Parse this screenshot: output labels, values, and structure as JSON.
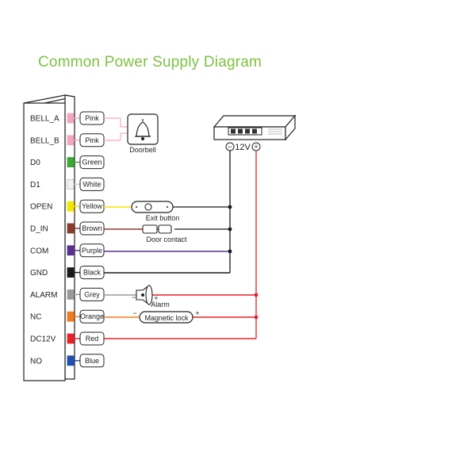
{
  "title": "Common Power Supply Diagram",
  "pins": [
    {
      "name": "BELL_A",
      "wire": "Pink",
      "color": "#f4a6c0"
    },
    {
      "name": "BELL_B",
      "wire": "Pink",
      "color": "#f4a6c0"
    },
    {
      "name": "D0",
      "wire": "Green",
      "color": "#3aa935"
    },
    {
      "name": "D1",
      "wire": "White",
      "color": "#f2f2f2"
    },
    {
      "name": "OPEN",
      "wire": "Yellow",
      "color": "#f5e600"
    },
    {
      "name": "D_IN",
      "wire": "Brown",
      "color": "#8b3a2b"
    },
    {
      "name": "COM",
      "wire": "Purple",
      "color": "#5b2f91"
    },
    {
      "name": "GND",
      "wire": "Black",
      "color": "#1a1a1a"
    },
    {
      "name": "ALARM",
      "wire": "Grey",
      "color": "#9a9a9a"
    },
    {
      "name": "NC",
      "wire": "Orange",
      "color": "#f47a20"
    },
    {
      "name": "DC12V",
      "wire": "Red",
      "color": "#e8202a"
    },
    {
      "name": "NO",
      "wire": "Blue",
      "color": "#1f4fb5"
    }
  ],
  "devices": {
    "doorbell": "Doorbell",
    "exit_button": "Exit button",
    "door_contact": "Door contact",
    "alarm": "Alarm",
    "magnetic_lock": "Magnetic lock",
    "power_supply": "12V"
  },
  "polarity": {
    "minus": "−",
    "plus": "+"
  },
  "colors": {
    "title": "#7dc242",
    "positive_wire": "#e8202a",
    "negative_wire": "#1a1a1a",
    "outline": "#222222"
  }
}
